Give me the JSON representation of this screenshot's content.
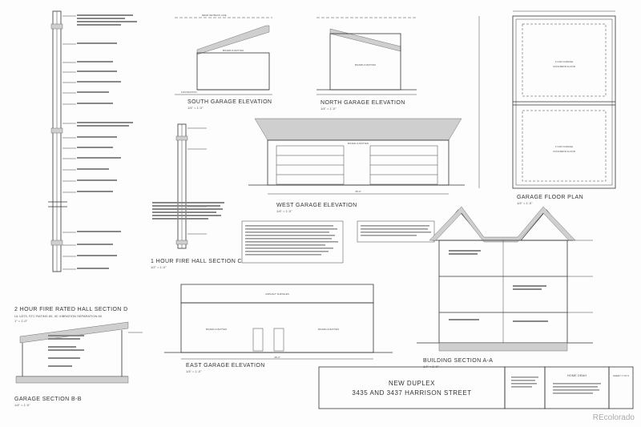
{
  "drawings": {
    "south_garage": {
      "title": "SOUTH GARAGE ELEVATION",
      "scale": "1/4\" = 1'-0\""
    },
    "north_garage": {
      "title": "NORTH GARAGE ELEVATION",
      "scale": "1/4\" = 1'-0\""
    },
    "garage_floor": {
      "title": "GARAGE FLOOR PLAN",
      "scale": "1/4\" = 1'-0\""
    },
    "west_garage": {
      "title": "WEST GARAGE ELEVATION",
      "scale": "1/4\" = 1'-0\"",
      "dim": "38'-0\""
    },
    "fire_hall_1hr": {
      "title": "1 HOUR FIRE HALL SECTION C",
      "scale": "1/2\" = 1'-0\""
    },
    "fire_hall_2hr": {
      "title": "2 HOUR FIRE RATED HALL SECTION D",
      "note": "UL U373, STC RATING 60, IIC VIBRATION SEPARATION 60",
      "scale": "1\" = 1'-0\""
    },
    "east_garage": {
      "title": "EAST GARAGE ELEVATION",
      "scale": "1/4\" = 1'-0\"",
      "dim": "38'-0\""
    },
    "building_section": {
      "title": "BUILDING SECTION A-A",
      "scale": "1/4\" = 1'-0\""
    },
    "garage_section": {
      "title": "GARAGE SECTION B-B",
      "scale": "1/4\" = 1'-0\""
    }
  },
  "labels": {
    "board_batten": "BOARD & BATTEN",
    "asphalt_shingles": "ASPHALT SHINGLES",
    "foundation": "FOUNDATION",
    "rear_setback": "REAR SETBACK LINE",
    "two_car_garage": "2 CAR GARAGE",
    "concrete_floor": "CONCRETE FLOOR"
  },
  "title_block": {
    "project_line1": "NEW DUPLEX",
    "project_line2": "3435 AND 3437 HARRISON STREET",
    "designer": "HOME DRAH",
    "sheet": "SHEET 7 OF 9"
  },
  "watermark": "REcolorado"
}
